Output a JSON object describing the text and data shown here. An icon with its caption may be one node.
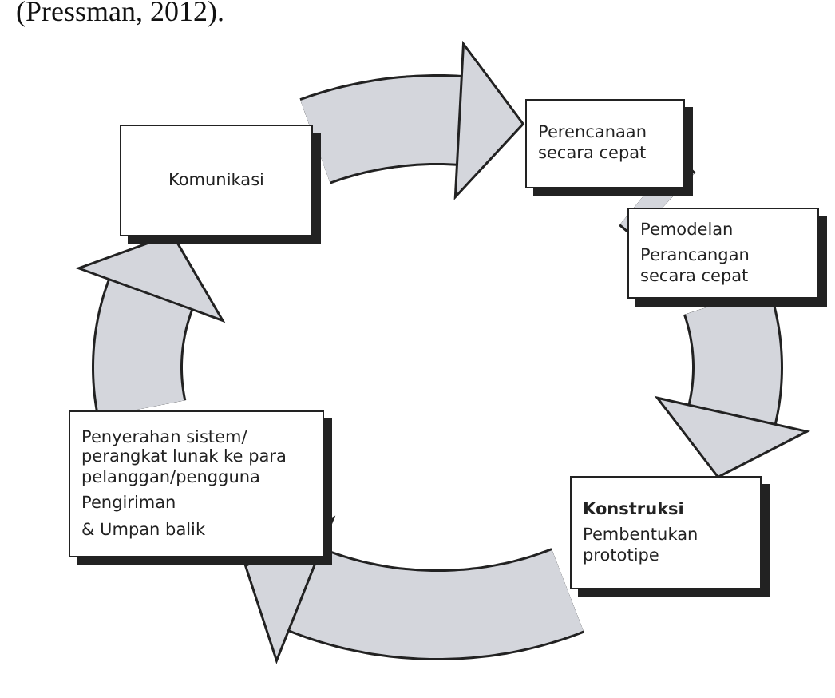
{
  "diagram": {
    "nodes": [
      {
        "text": [
          "Komunikasi"
        ]
      },
      {
        "text": [
          "Perencanaan secara cepat"
        ]
      },
      {
        "text": [
          "Pemodelan",
          "Perancangan secara cepat"
        ]
      },
      {
        "text": [
          "Konstruksi",
          "Pembentukan prototipe"
        ]
      },
      {
        "text": [
          "Penyerahan sistem/ perangkat lunak ke para pelanggan/pengguna",
          "Pengiriman",
          "& Umpan balik"
        ]
      }
    ],
    "edges": [
      {
        "from": 0,
        "to": 1,
        "arrow": "to"
      },
      {
        "from": 1,
        "to": 2,
        "arrow": "none"
      },
      {
        "from": 2,
        "to": 3,
        "arrow": "to"
      },
      {
        "from": 3,
        "to": 4,
        "arrow": "to"
      },
      {
        "from": 4,
        "to": 0,
        "arrow": "to"
      }
    ],
    "labels": [
      "(Pressman, 2012)."
    ]
  }
}
